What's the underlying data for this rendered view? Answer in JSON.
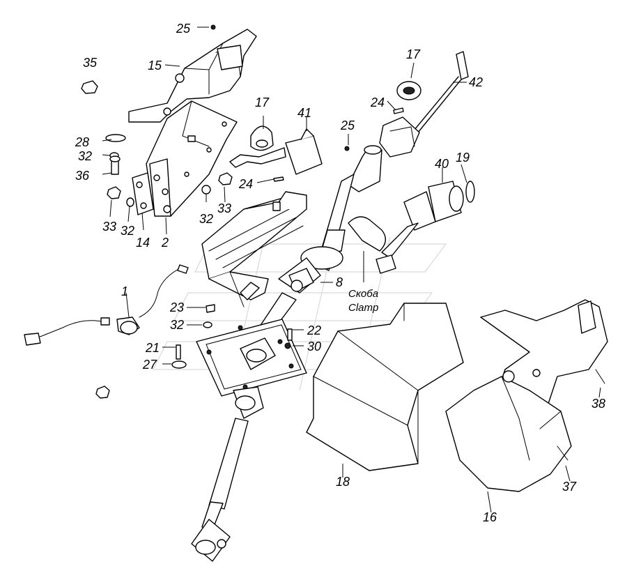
{
  "callouts": {
    "c1": "1",
    "c2": "2",
    "c8": "8",
    "c14": "14",
    "c15": "15",
    "c16": "16",
    "c17a": "17",
    "c17b": "17",
    "c18": "18",
    "c19": "19",
    "c21": "21",
    "c22": "22",
    "c23": "23",
    "c24a": "24",
    "c24b": "24",
    "c25a": "25",
    "c25b": "25",
    "c27": "27",
    "c28": "28",
    "c30": "30",
    "c32a": "32",
    "c32b": "32",
    "c32c": "32",
    "c32d": "32",
    "c33a": "33",
    "c33b": "33",
    "c35": "35",
    "c36": "36",
    "c37": "37",
    "c38": "38",
    "c40": "40",
    "c41": "41",
    "c42": "42"
  },
  "clamp_label": {
    "ru": "Скоба",
    "en": "Clamp"
  }
}
